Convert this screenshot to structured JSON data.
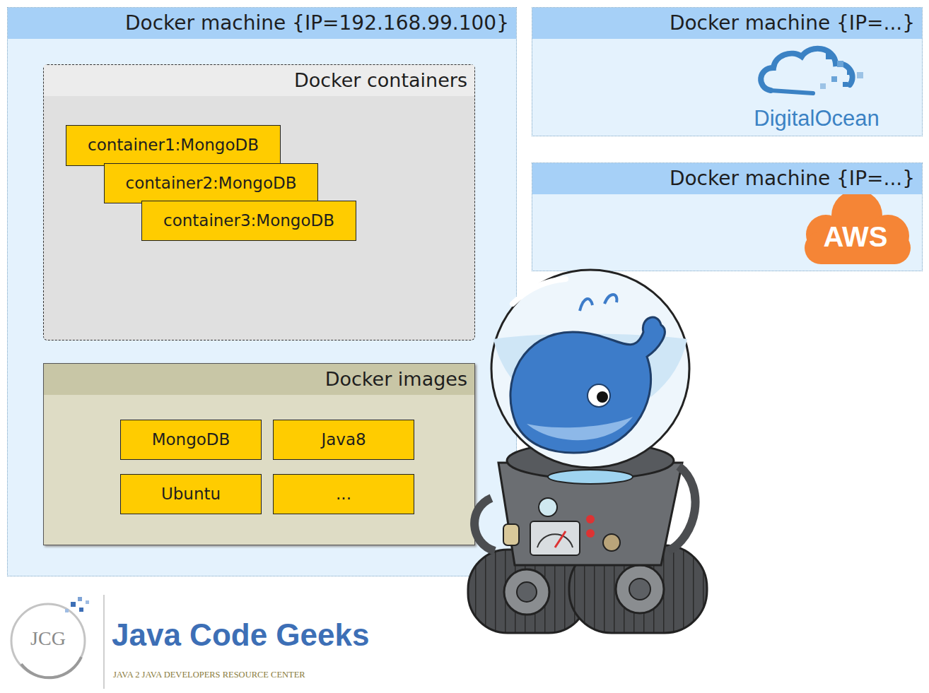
{
  "diagram": {
    "nodes": [
      {
        "text": [
          "Docker machine {IP=192.168.99.100}"
        ]
      },
      {
        "text": [
          "Docker containers"
        ],
        "in": 0
      },
      {
        "text": [
          "container1:MongoDB"
        ],
        "in": 1
      },
      {
        "text": [
          "container2:MongoDB"
        ],
        "in": 1
      },
      {
        "text": [
          "container3:MongoDB"
        ],
        "in": 1
      },
      {
        "text": [
          "Docker images"
        ],
        "in": 0
      },
      {
        "text": [
          "MongoDB"
        ],
        "in": 5
      },
      {
        "text": [
          "Java8"
        ],
        "in": 5
      },
      {
        "text": [
          "Ubuntu"
        ],
        "in": 5
      },
      {
        "text": [
          "..."
        ],
        "in": 5
      },
      {
        "text": [
          "Docker machine {IP=...}"
        ]
      },
      {
        "text": [
          "Docker machine {IP=...}"
        ]
      }
    ],
    "labels": [
      "DigitalOcean",
      "AWS",
      "JCG",
      "Java Code Geeks",
      "JAVA 2 JAVA DEVELOPERS RESOURCE CENTER"
    ]
  }
}
